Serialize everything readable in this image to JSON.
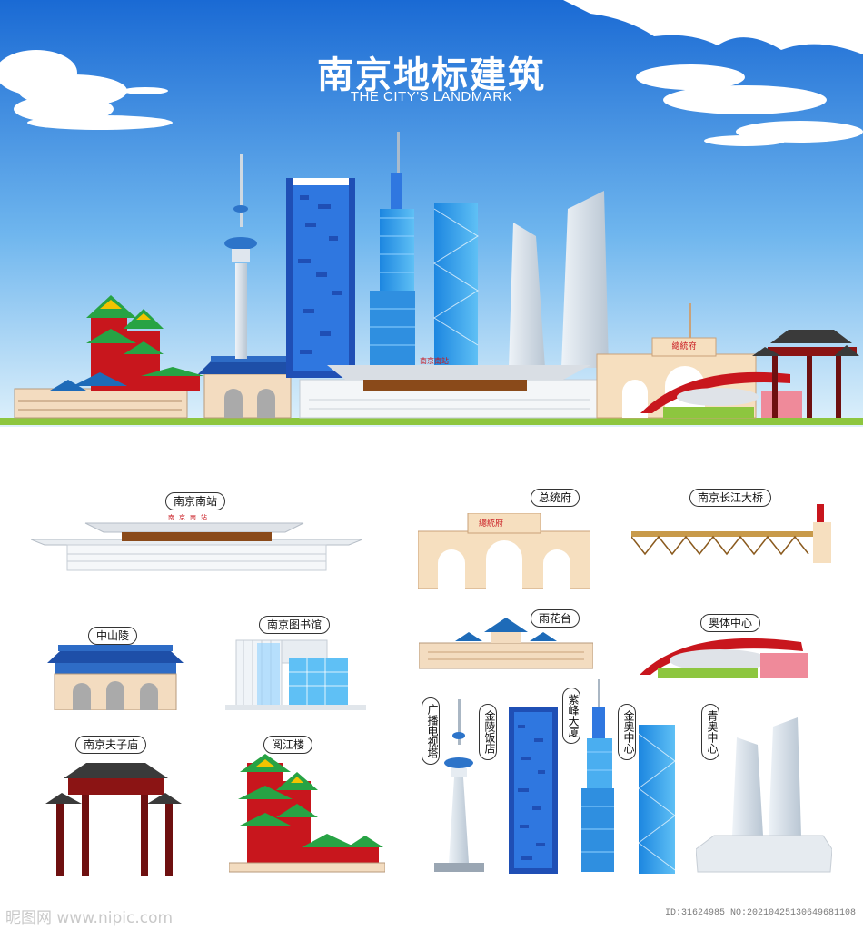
{
  "header": {
    "title_cn": "南京地标建筑",
    "title_en": "THE CITY'S LANDMARK"
  },
  "banner": {
    "station_sign": "南京南站",
    "palace_sign": "總統府"
  },
  "landmarks": {
    "nanjing_south_station": "南京南站",
    "presidential_palace": "总统府",
    "yangtze_bridge": "南京长江大桥",
    "sun_yatsen_mausoleum": "中山陵",
    "nanjing_library": "南京图书馆",
    "yuhuatai": "雨花台",
    "olympic_center": "奥体中心",
    "confucius_temple": "南京夫子庙",
    "yuejiang_tower": "阅江楼",
    "tv_tower": "广播电视塔",
    "jinling_hotel": "金陵饭店",
    "zifeng_tower": "紫峰大厦",
    "jinao_center": "金奥中心",
    "youth_olympic_center": "青奥中心"
  },
  "signs": {
    "station_roof": "南京南站",
    "palace_roof": "總統府"
  },
  "footer": {
    "watermark": "昵图网 www.nipic.com",
    "image_id": "ID:31624985 NO:20210425130649681108"
  },
  "colors": {
    "sky_top": "#1c6fd6",
    "sky_bottom": "#d4ecfa",
    "ground_green": "#8dc63f",
    "deep_blue": "#1f4fb5",
    "glass_blue": "#2d9be8",
    "red": "#c8161d",
    "beige": "#f6dfbf"
  }
}
